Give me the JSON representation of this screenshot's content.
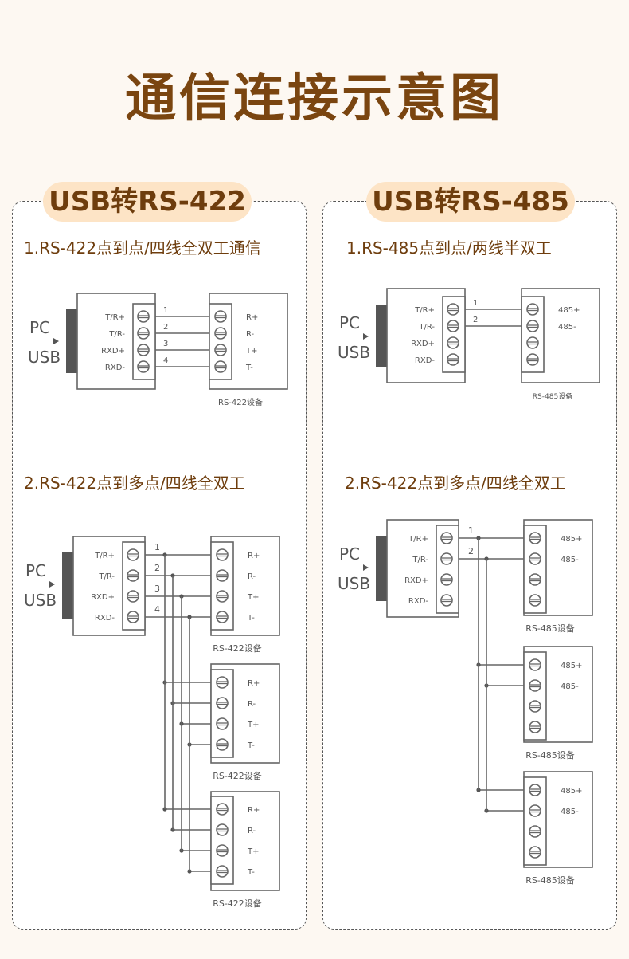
{
  "title": "通信连接示意图",
  "colors": {
    "title": "#7a4510",
    "pill_bg": "#fde4c6",
    "pill_text": "#6e3d0d",
    "background": "#fdf8f2",
    "line": "#666666"
  },
  "panels": [
    {
      "heading": "USB转RS-422",
      "sections": [
        {
          "title": "1.RS-422点到点/四线全双工通信",
          "host": {
            "pc_label": "PC",
            "usb_label": "USB",
            "pins": [
              "T/R+",
              "T/R-",
              "RXD+",
              "RXD-"
            ]
          },
          "wire_numbers": [
            "1",
            "2",
            "3",
            "4"
          ],
          "devices": [
            {
              "pins": [
                "R+",
                "R-",
                "T+",
                "T-"
              ],
              "label": "RS-422设备"
            }
          ]
        },
        {
          "title": "2.RS-422点到多点/四线全双工",
          "host": {
            "pc_label": "PC",
            "usb_label": "USB",
            "pins": [
              "T/R+",
              "T/R-",
              "RXD+",
              "RXD-"
            ]
          },
          "wire_numbers": [
            "1",
            "2",
            "3",
            "4"
          ],
          "devices": [
            {
              "pins": [
                "R+",
                "R-",
                "T+",
                "T-"
              ],
              "label": "RS-422设备"
            },
            {
              "pins": [
                "R+",
                "R-",
                "T+",
                "T-"
              ],
              "label": "RS-422设备"
            },
            {
              "pins": [
                "R+",
                "R-",
                "T+",
                "T-"
              ],
              "label": "RS-422设备"
            }
          ]
        }
      ]
    },
    {
      "heading": "USB转RS-485",
      "sections": [
        {
          "title": "1.RS-485点到点/两线半双工",
          "host": {
            "pc_label": "PC",
            "usb_label": "USB",
            "pins": [
              "T/R+",
              "T/R-",
              "RXD+",
              "RXD-"
            ]
          },
          "wire_numbers": [
            "1",
            "2"
          ],
          "devices": [
            {
              "pins": [
                "485+",
                "485-",
                "",
                ""
              ],
              "label": "RS-485设备"
            }
          ]
        },
        {
          "title": "2.RS-422点到多点/四线全双工",
          "host": {
            "pc_label": "PC",
            "usb_label": "USB",
            "pins": [
              "T/R+",
              "T/R-",
              "RXD+",
              "RXD-"
            ]
          },
          "wire_numbers": [
            "1",
            "2"
          ],
          "devices": [
            {
              "pins": [
                "485+",
                "485-",
                "",
                ""
              ],
              "label": "RS-485设备"
            },
            {
              "pins": [
                "485+",
                "485-",
                "",
                ""
              ],
              "label": "RS-485设备"
            },
            {
              "pins": [
                "485+",
                "485-",
                "",
                ""
              ],
              "label": "RS-485设备"
            }
          ]
        }
      ]
    }
  ]
}
